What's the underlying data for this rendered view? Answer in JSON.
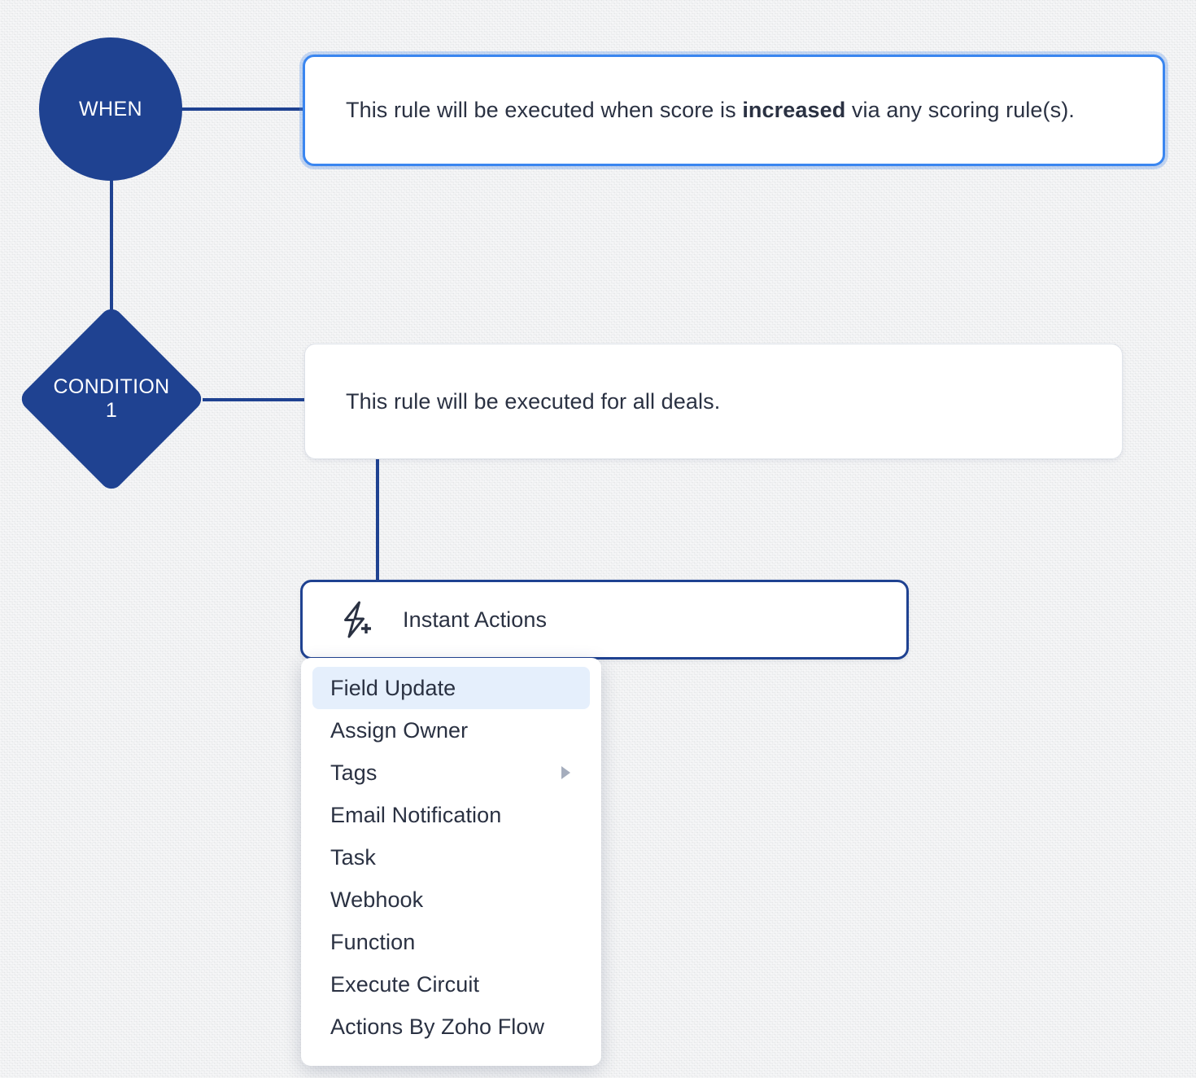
{
  "flow": {
    "when_node": {
      "label": "WHEN",
      "shape": "circle",
      "color": "#1f4291"
    },
    "condition_node": {
      "label_line1": "CONDITION",
      "label_line2": "1",
      "shape": "diamond",
      "color": "#1f4291"
    },
    "when_card": {
      "text_before": "This rule will be executed when score is ",
      "text_bold": "increased",
      "text_after": " via any scoring rule(s).",
      "border_color": "#3a86f0",
      "state": "selected"
    },
    "condition_card": {
      "text": "This rule will be executed for all deals.",
      "border_color": "#dfe3e9"
    },
    "instant_actions": {
      "label": "Instant Actions",
      "icon": "lightning-bolt-plus-icon",
      "border_color": "#1f4291"
    }
  },
  "actions_menu": {
    "highlight_color": "#e5effc",
    "items": [
      {
        "label": "Field Update",
        "active": true,
        "has_submenu": false
      },
      {
        "label": "Assign Owner",
        "active": false,
        "has_submenu": false
      },
      {
        "label": "Tags",
        "active": false,
        "has_submenu": true
      },
      {
        "label": "Email Notification",
        "active": false,
        "has_submenu": false
      },
      {
        "label": "Task",
        "active": false,
        "has_submenu": false
      },
      {
        "label": "Webhook",
        "active": false,
        "has_submenu": false
      },
      {
        "label": "Function",
        "active": false,
        "has_submenu": false
      },
      {
        "label": "Execute Circuit",
        "active": false,
        "has_submenu": false
      },
      {
        "label": "Actions By Zoho Flow",
        "active": false,
        "has_submenu": false
      }
    ]
  }
}
